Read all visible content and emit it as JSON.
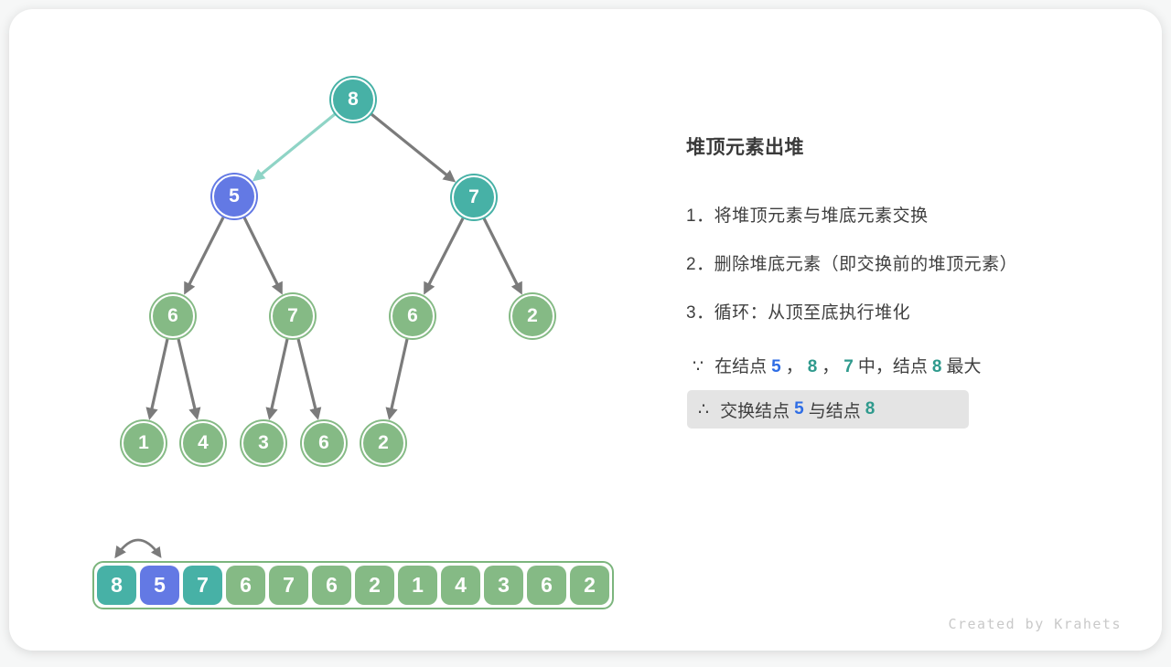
{
  "figure": {
    "title": "堆顶元素出堆",
    "steps": [
      "1．将堆顶元素与堆底元素交换",
      "2．删除堆底元素（即交换前的堆顶元素）",
      "3．循环：从顶至底执行堆化"
    ],
    "because": {
      "symbol": "∵",
      "t1": "在结点",
      "n1": "5",
      "c1": "，",
      "n2": "8",
      "c2": "，",
      "n3": "7",
      "t2": "中，结点",
      "n4": "8",
      "t3": "最大"
    },
    "therefore": {
      "symbol": "∴",
      "t1": "交换结点",
      "n1": "5",
      "t2": "与结点",
      "n2": "8"
    }
  },
  "tree": {
    "nodes": [
      {
        "value": "8",
        "color": "teal"
      },
      {
        "value": "5",
        "color": "blue"
      },
      {
        "value": "7",
        "color": "teal"
      },
      {
        "value": "6",
        "color": "green"
      },
      {
        "value": "7",
        "color": "green"
      },
      {
        "value": "6",
        "color": "green"
      },
      {
        "value": "2",
        "color": "green"
      },
      {
        "value": "1",
        "color": "green"
      },
      {
        "value": "4",
        "color": "green"
      },
      {
        "value": "3",
        "color": "green"
      },
      {
        "value": "6",
        "color": "green"
      },
      {
        "value": "2",
        "color": "green"
      }
    ],
    "edges": [
      {
        "from": "8",
        "to": "5",
        "highlighted": true
      },
      {
        "from": "8",
        "to": "7",
        "highlighted": false
      },
      {
        "from": "5",
        "to": "6",
        "highlighted": false
      },
      {
        "from": "5",
        "to": "7",
        "highlighted": false
      },
      {
        "from": "7",
        "to": "6",
        "highlighted": false
      },
      {
        "from": "7",
        "to": "2",
        "highlighted": false
      },
      {
        "from": "6",
        "to": "1",
        "highlighted": false
      },
      {
        "from": "6",
        "to": "4",
        "highlighted": false
      },
      {
        "from": "7",
        "to": "3",
        "highlighted": false
      },
      {
        "from": "7",
        "to": "6",
        "highlighted": false
      },
      {
        "from": "6",
        "to": "2",
        "highlighted": false
      }
    ]
  },
  "array": {
    "values": [
      "8",
      "5",
      "7",
      "6",
      "7",
      "6",
      "2",
      "1",
      "4",
      "3",
      "6",
      "2"
    ],
    "colors": [
      "teal",
      "blue",
      "teal",
      "green",
      "green",
      "green",
      "green",
      "green",
      "green",
      "green",
      "green",
      "green"
    ],
    "swap_arrow_between": [
      "8",
      "5"
    ]
  },
  "colors": {
    "teal": "#47b1a6",
    "blue": "#6379e4",
    "green": "#85ba85",
    "edge_gray": "#7b7b7b",
    "edge_highlight": "#8fd4c6",
    "array_border": "#7cb57d",
    "highlight_bg": "#e4e4e4",
    "num_blue": "#2e6de5",
    "num_teal": "#2f9a8d"
  },
  "watermark": "Created by Krahets"
}
